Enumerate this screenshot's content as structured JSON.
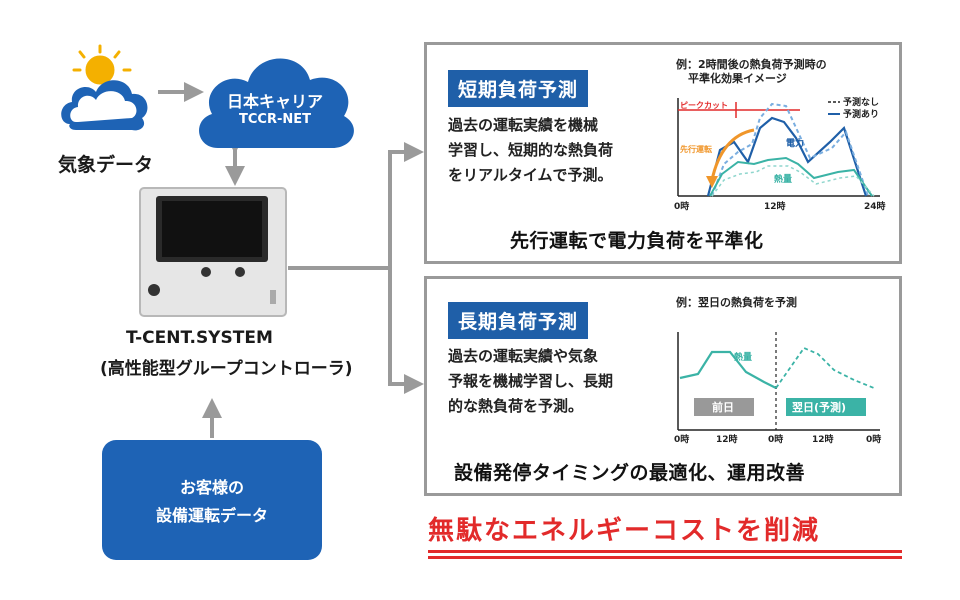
{
  "weather": {
    "label": "気象データ"
  },
  "cloud": {
    "line1": "日本キャリア",
    "line2": "TCCR-NET"
  },
  "system": {
    "name": "T-CENT.SYSTEM",
    "subtitle": "(高性能型グループコントローラ)"
  },
  "customer": {
    "line1": "お客様の",
    "line2": "設備運転データ"
  },
  "short_term": {
    "tag": "短期負荷予測",
    "desc": [
      "過去の運転実績を機械",
      "学習し、短期的な熱負荷",
      "をリアルタイムで予測。"
    ],
    "chart_title": [
      "例：2時間後の熱負荷予測時の",
      "平準化効果イメージ"
    ],
    "legend_none": "予測なし",
    "legend_with": "予測あり",
    "peak_cut": "ピークカット",
    "advance": "先行運転",
    "power": "電力",
    "heat": "熱量",
    "ticks": [
      "0時",
      "12時",
      "24時"
    ],
    "conclusion": "先行運転で電力負荷を平準化"
  },
  "long_term": {
    "tag": "長期負荷予測",
    "desc": [
      "過去の運転実績や気象",
      "予報を機械学習し、長期",
      "的な熱負荷を予測。"
    ],
    "chart_title": "例：翌日の熱負荷を予測",
    "heat": "熱量",
    "prev_day": "前日",
    "next_day": "翌日(予測)",
    "ticks": [
      "0時",
      "12時",
      "0時",
      "12時",
      "0時"
    ],
    "conclusion": "設備発停タイミングの最適化、運用改善"
  },
  "slogan": "無駄なエネルギーコストを削減",
  "colors": {
    "blue": "#1f5fa8",
    "cloud_blue": "#1e63b5",
    "teal": "#3bb3a6",
    "red": "#e22a2a",
    "orange": "#f0962a",
    "gray_border": "#9a9a9a",
    "arrow_gray": "#9a9a9a"
  }
}
